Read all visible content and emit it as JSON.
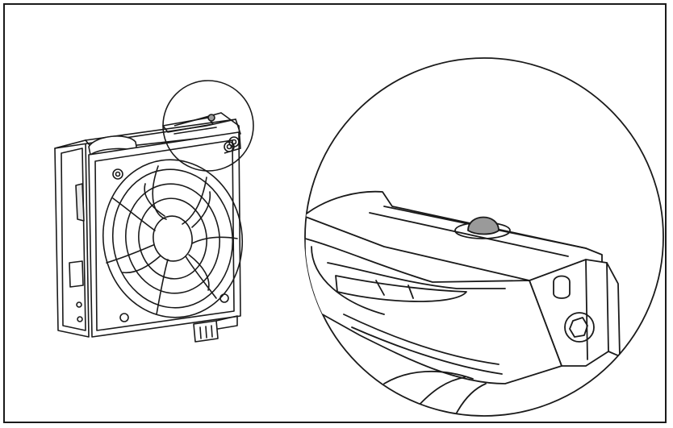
{
  "figure": {
    "line_color": "#1a1a1a",
    "shade_color": "#9a9a9a",
    "background_color": "#ffffff",
    "components": {
      "fan_module": "fan-module",
      "detail_callout": "detail-callout-circle",
      "magnified_view": "magnified-view",
      "button": "release-button"
    }
  }
}
